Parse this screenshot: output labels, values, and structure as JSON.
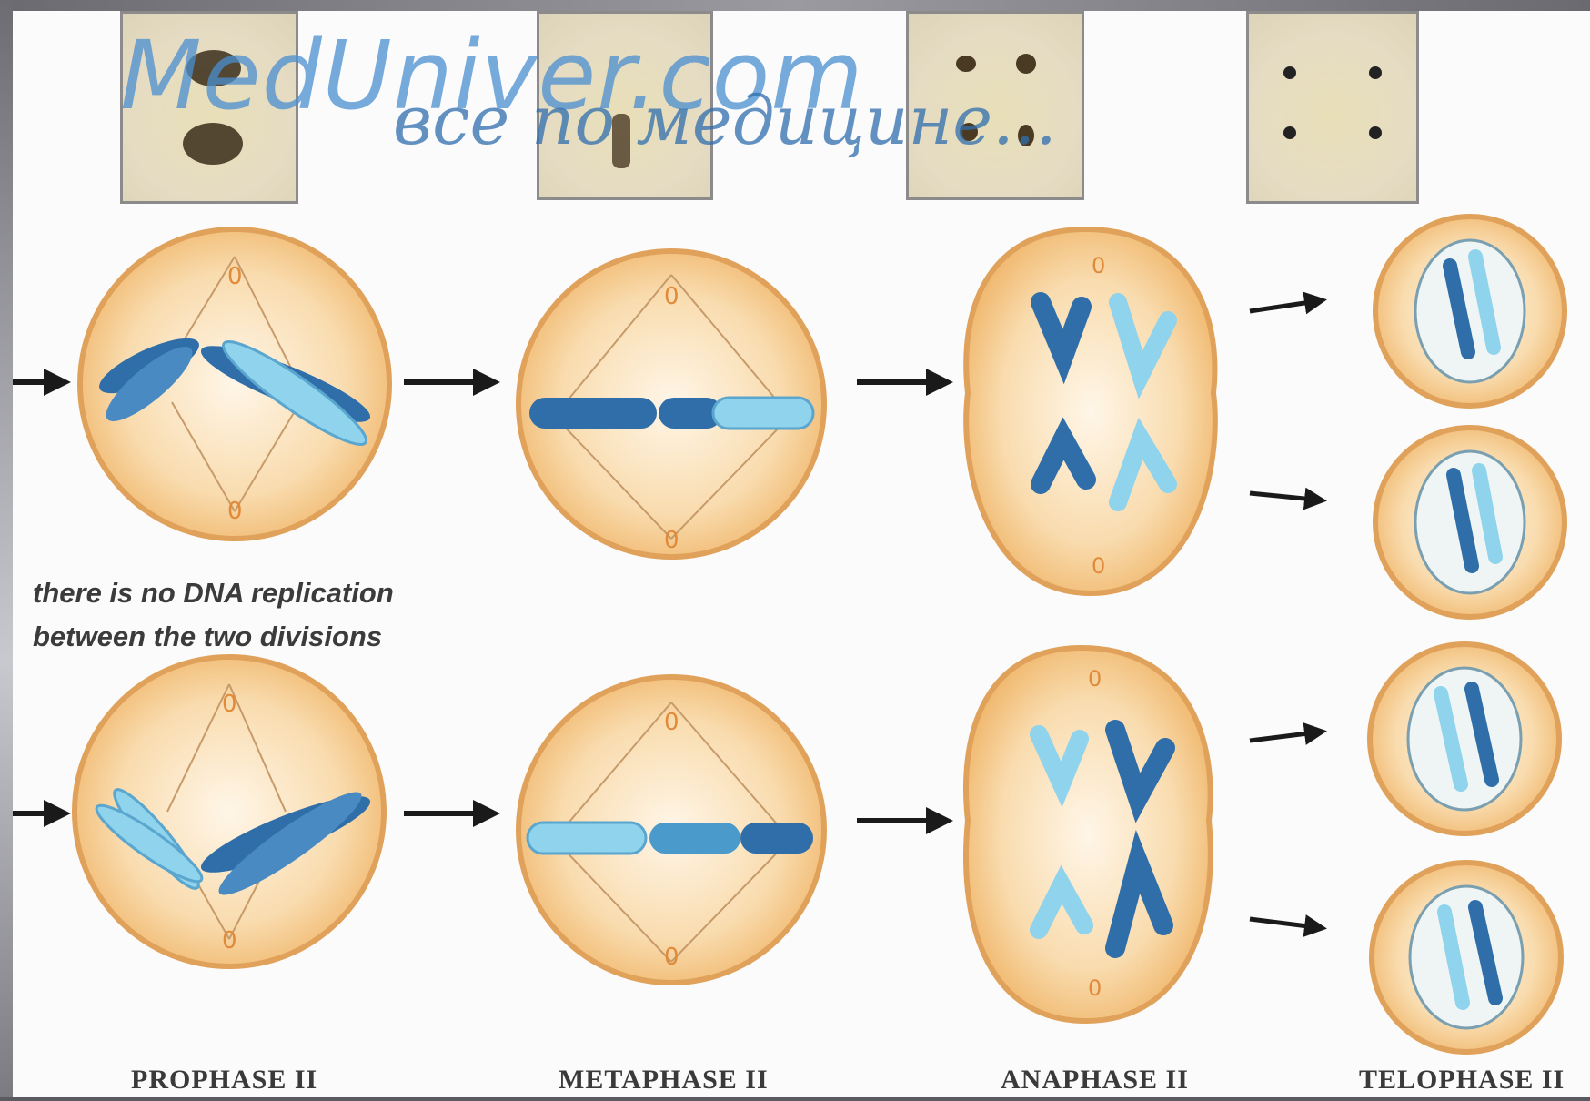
{
  "watermark": {
    "title": "MedUniver.com",
    "subtitle": "все по медицине..."
  },
  "note": {
    "line1": "there is no DNA replication",
    "line2": "between the two divisions"
  },
  "stages": [
    {
      "label": "PROPHASE II"
    },
    {
      "label": "METAPHASE II"
    },
    {
      "label": "ANAPHASE II"
    },
    {
      "label": "TELOPHASE II"
    }
  ],
  "colors": {
    "cell_fill": "#f6c98e",
    "cell_edge": "#d99a4a",
    "chromosome_dark": "#2f6ea8",
    "chromosome_light": "#8fd3ec",
    "arrow": "#1a1a1a"
  }
}
